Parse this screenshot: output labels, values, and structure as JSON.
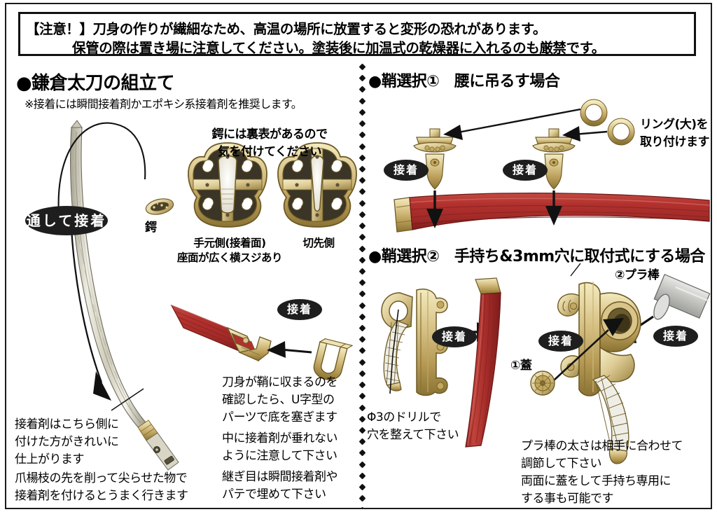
{
  "warning": {
    "line1": "【注意！】刀身の作りが繊細なため、高温の場所に放置すると変形の恐れがあります。",
    "line2": "保管の際は置き場に注意してください。塗装後に加温式の乾燥器に入れるのも厳禁です。"
  },
  "left": {
    "heading": "●鎌倉太刀の組立て",
    "subnote": "※接着には瞬間接着剤かエポキシ系接着剤を推奨します。",
    "thread_glue_label": "通して接着",
    "tsuba_note": "鍔には裏表があるので\n気を付けてください",
    "kozuka_label": "鍔",
    "tsuba_front_label": "手元側(接着面)\n座面が広く横スジあり",
    "tsuba_back_label": "切先側",
    "glue_label": "接着",
    "blade_note": "接着剤はこちら側に\n付けた方がきれいに\n仕上がります",
    "toothpick_note": "爪楊枝の先を削って尖らせた物で\n接着剤を付けるとうまく行きます",
    "ushape_note": "刀身が鞘に収まるのを\n確認したら、U字型の\nパーツで底を塞ぎます",
    "drip_note": "中に接着剤が垂れない\nように注意して下さい",
    "seam_note": "継ぎ目は瞬間接着剤や\nパテで埋めて下さい"
  },
  "right1": {
    "heading": "●鞘選択①　腰に吊るす場合",
    "ring_label": "リング(大)を\n取り付けます",
    "glue_label_1": "接着",
    "glue_label_2": "接着"
  },
  "right2": {
    "heading": "●鞘選択②　手持ち&3mm穴に取付式にする場合",
    "rod_label": "②プラ棒",
    "cap_label": "①蓋",
    "glue_label_ring": "接着",
    "glue_label_rod": "接着",
    "glue_label_cap": "接着",
    "drill_note": "Φ3のドリルで\n穴を整えて下さい",
    "rod_note": "プラ棒の太さは相手に合わせて\n調節して下さい\n両面に蓋をして手持ち専用に\nする事も可能です"
  },
  "colors": {
    "ink": "#111111",
    "gold_light": "#e8dca6",
    "gold_mid": "#c9b173",
    "gold_dark": "#8d7638",
    "scabbard_red": "#b2312e",
    "scabbard_red_dark": "#8a2220",
    "blade_silver": "#d8d6c8",
    "tsuba_dark": "#3a3526",
    "plastic_grey": "#c9cac6"
  }
}
